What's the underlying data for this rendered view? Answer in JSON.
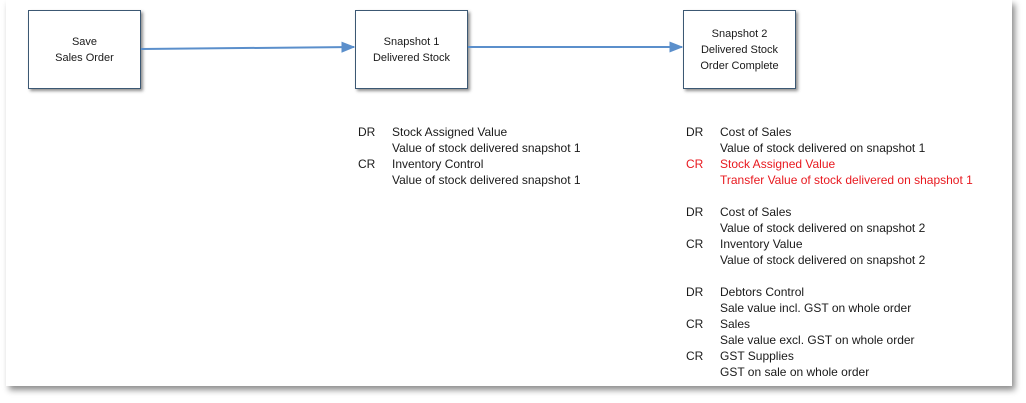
{
  "nodes": {
    "save": {
      "lines": [
        "Save",
        "Sales Order"
      ]
    },
    "snapshot1": {
      "lines": [
        "Snapshot 1",
        "Delivered Stock"
      ]
    },
    "snapshot2": {
      "lines": [
        "Snapshot 2",
        "Delivered Stock",
        "Order Complete"
      ]
    }
  },
  "colors": {
    "arrow": "#5b8fcb",
    "box_border": "#3c5873",
    "highlight": "#e8191f"
  },
  "snapshot1_entries": [
    {
      "side": "DR",
      "account": "Stock Assigned Value",
      "description": "Value of stock delivered snapshot 1"
    },
    {
      "side": "CR",
      "account": "Inventory Control",
      "description": "Value of stock delivered snapshot 1"
    }
  ],
  "snapshot2_groups": [
    [
      {
        "side": "DR",
        "account": "Cost of Sales",
        "description": "Value of stock delivered on snapshot 1"
      },
      {
        "side": "CR",
        "account": "Stock Assigned Value",
        "description": "Transfer Value of stock delivered on shapshot 1",
        "highlight": true
      }
    ],
    [
      {
        "side": "DR",
        "account": "Cost of Sales",
        "description": "Value of stock delivered on snapshot 2"
      },
      {
        "side": "CR",
        "account": "Inventory Value",
        "description": "Value of stock delivered on snapshot 2"
      }
    ],
    [
      {
        "side": "DR",
        "account": "Debtors Control",
        "description": "Sale value incl. GST on whole order"
      },
      {
        "side": "CR",
        "account": "Sales",
        "description": "Sale value excl. GST on whole order"
      },
      {
        "side": "CR",
        "account": "GST Supplies",
        "description": "GST on sale on whole order"
      }
    ]
  ]
}
